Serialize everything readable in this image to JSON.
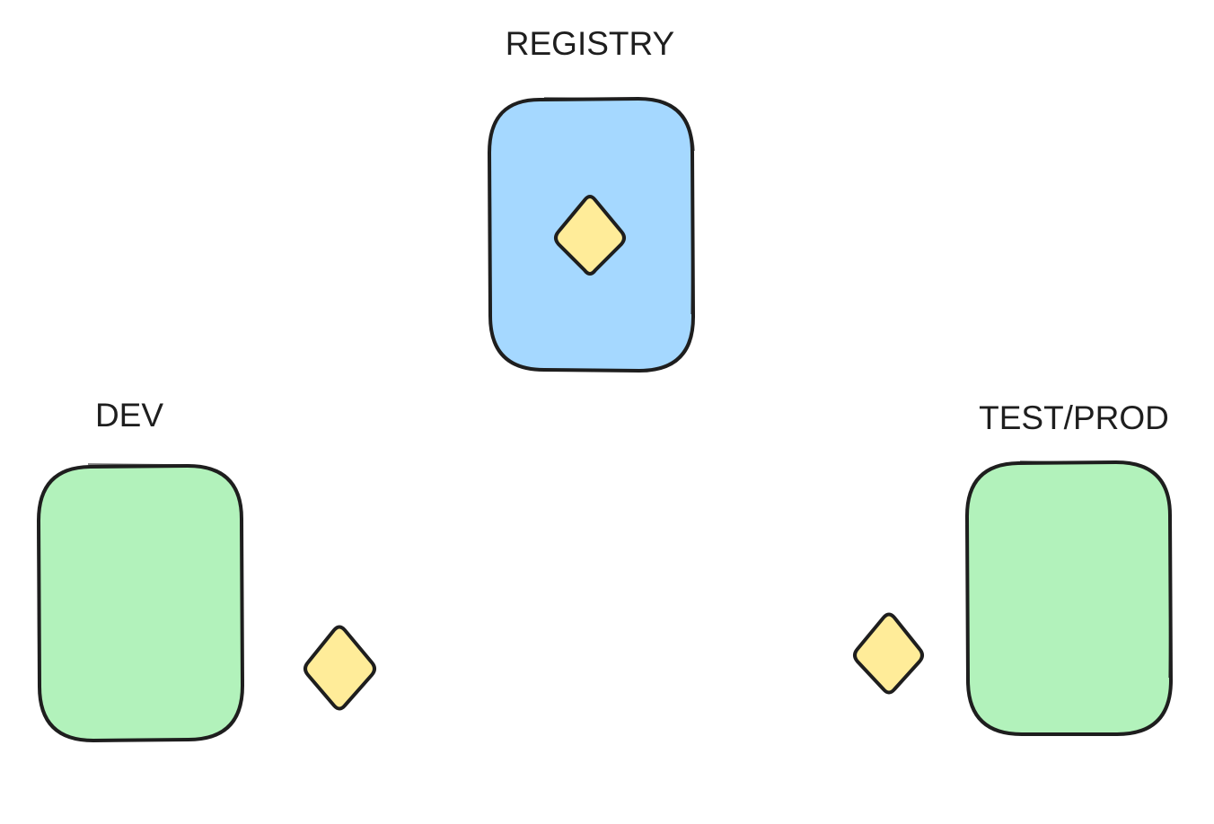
{
  "labels": {
    "registry": "REGISTRY",
    "dev": "DEV",
    "test_prod": "TEST/PROD"
  },
  "colors": {
    "registry_fill": "#a5d8ff",
    "environment_fill": "#b2f2bb",
    "artifact_fill": "#ffec99",
    "stroke": "#1e1e1e"
  }
}
